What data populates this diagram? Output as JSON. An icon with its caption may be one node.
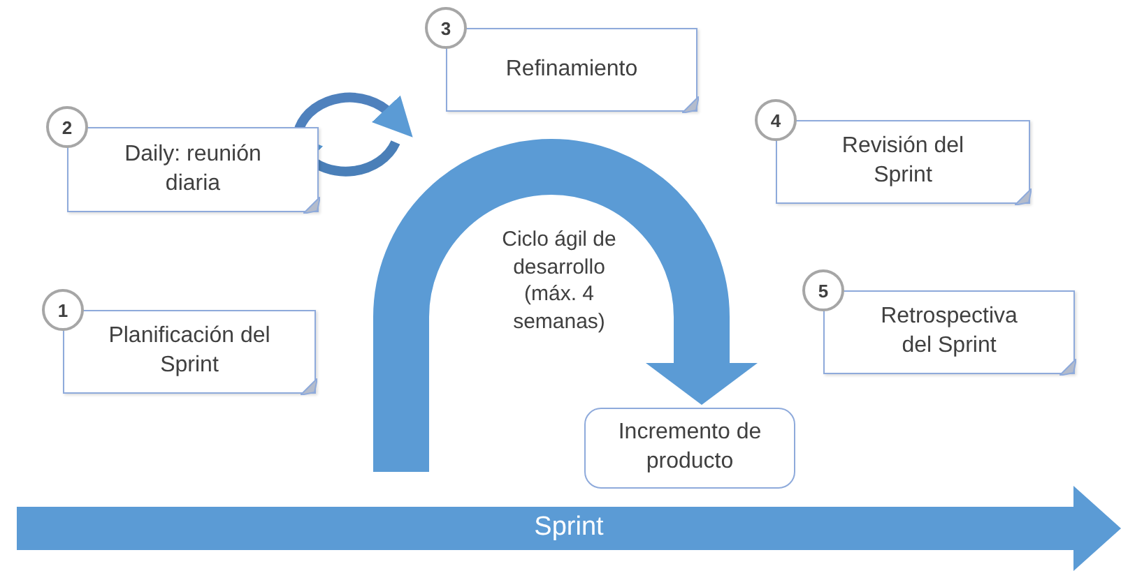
{
  "diagram": {
    "nodes": [
      {
        "text": [
          "1",
          "Planificación del Sprint"
        ]
      },
      {
        "text": [
          "2",
          "Daily: reunión diaria"
        ]
      },
      {
        "text": [
          "3",
          "Refinamiento"
        ]
      },
      {
        "text": [
          "4",
          "Revisión del Sprint"
        ]
      },
      {
        "text": [
          "5",
          "Retrospectiva del Sprint"
        ]
      },
      {
        "text": [
          "Incremento de producto"
        ]
      },
      {
        "text": [
          "Sprint"
        ]
      }
    ],
    "edges": [
      {
        "from": null,
        "to": 5,
        "arrow": "to"
      }
    ],
    "labels": [
      "Ciclo ágil de desarrollo (máx. 4 semanas)"
    ]
  }
}
